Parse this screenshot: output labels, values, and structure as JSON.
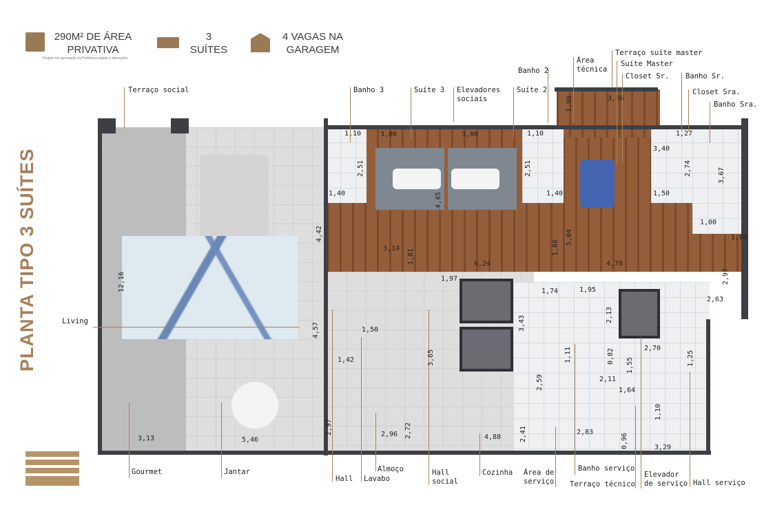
{
  "header": {
    "area": {
      "line1": "290M² DE ÁREA",
      "line2": "PRIVATIVA",
      "icon": "floorplan-icon"
    },
    "note": "Projeto em aprovação na Prefeitura sujeito à alterações",
    "suites": {
      "line1": "3",
      "line2": "SUÍTES",
      "icon": "bed-icon"
    },
    "parking": {
      "line1": "4 VAGAS NA",
      "line2": "GARAGEM",
      "icon": "garage-car-icon"
    }
  },
  "title": "PLANTA TIPO 3 SUÍTES",
  "colors": {
    "accent": "#a68058",
    "walls": "#3d3f45",
    "wood": "#8a5534"
  },
  "labels": {
    "terraco_social": "Terraço social",
    "living": "Living",
    "gourmet": "Gourmet",
    "jantar": "Jantar",
    "hall": "Hall",
    "lavabo": "Lavabo",
    "almoco": "Almoço",
    "hall_social_1": "Hall",
    "hall_social_2": "social",
    "cozinha": "Cozinha",
    "area_servico_1": "Área de",
    "area_servico_2": "serviço",
    "banho_servico": "Banho serviço",
    "terraco_tecnico": "Terraço técnico",
    "elevador_servico_1": "Elevador",
    "elevador_servico_2": "de serviço",
    "hall_servico": "Hall serviço",
    "banho3": "Banho 3",
    "suite3": "Suíte 3",
    "elevadores_1": "Elevadores",
    "elevadores_2": "sociais",
    "suite2": "Suíte 2",
    "banho2": "Banho 2",
    "area_tecnica_1": "Área",
    "area_tecnica_2": "técnica",
    "terraco_master": "Terraço suíte master",
    "suite_master": "Suíte Master",
    "closet_sr": "Closet Sr.",
    "banho_sr": "Banho Sr.",
    "closet_sra": "Closet Sra.",
    "banho_sra": "Banho Sra."
  },
  "dimensions": [
    "1,10",
    "3,00",
    "3,00",
    "1,10",
    "2,51",
    "1,40",
    "4,45",
    "2,51",
    "1,40",
    "1,99",
    "3,66",
    "3,40",
    "1,27",
    "2,74",
    "3,67",
    "1,50",
    "1,00",
    "1,00",
    "4,42",
    "3,14",
    "1,01",
    "5,04",
    "1,86",
    "6,24",
    "4,70",
    "2,97",
    "1,97",
    "1,74",
    "1,95",
    "2,63",
    "12,16",
    "3,43",
    "2,13",
    "4,57",
    "1,50",
    "1,42",
    "3,65",
    "1,11",
    "0,82",
    "1,55",
    "2,70",
    "1,25",
    "2,11",
    "1,64",
    "2,59",
    "1,10",
    "2,97",
    "2,96",
    "2,72",
    "4,88",
    "2,41",
    "2,83",
    "0,96",
    "3,29",
    "3,13",
    "5,46"
  ]
}
